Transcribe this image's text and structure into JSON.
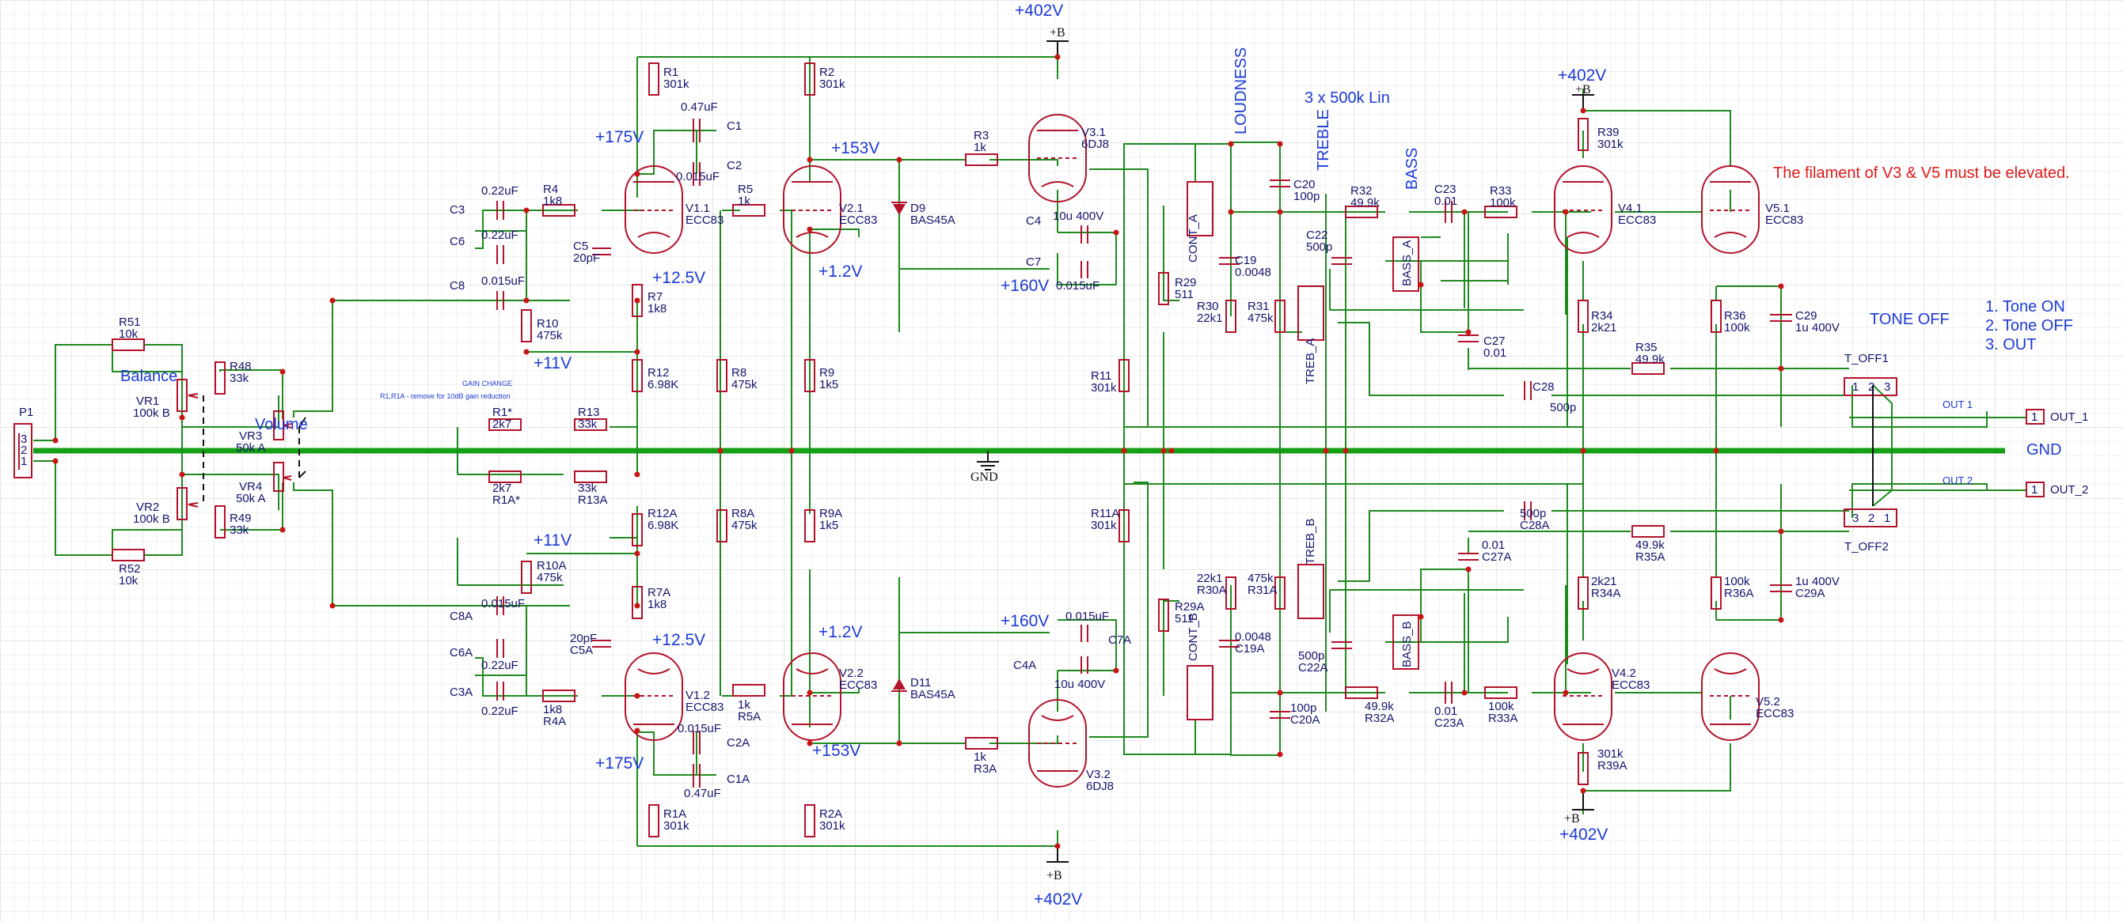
{
  "rails": {
    "gnd": "GND",
    "b_plus": "+B",
    "b_voltage": "+402V"
  },
  "notes": {
    "filament": "The filament of V3 & V5 must be elevated.",
    "loudness": "LOUDNESS",
    "treble": "TREBLE",
    "bass": "BASS",
    "pots": "3 x 500k Lin",
    "tone_off": "TONE OFF",
    "modes": [
      "1. Tone ON",
      "2. Tone OFF",
      "3. OUT"
    ],
    "gain_change_title": "GAIN CHANGE",
    "gain_change_text": "R1,R1A - remove for 10dB gain reduction",
    "balance": "Balance",
    "volume": "Volume"
  },
  "connectors": [
    {
      "ref": "P1",
      "pins": [
        "3",
        "2",
        "1"
      ]
    },
    {
      "ref": "T_OFF1",
      "pins": [
        "1",
        "2",
        "3"
      ]
    },
    {
      "ref": "T_OFF2",
      "pins": [
        "3",
        "2",
        "1"
      ]
    },
    {
      "ref": "OUT_1",
      "pins": [
        "1"
      ],
      "net": "OUT 1"
    },
    {
      "ref": "OUT_2",
      "pins": [
        "1"
      ],
      "net": "OUT 2"
    }
  ],
  "voltages": {
    "v175": "+175V",
    "v125": "+12.5V",
    "v11": "+11V",
    "v153": "+153V",
    "v12": "+1.2V",
    "v160": "+160V"
  },
  "tubes": [
    {
      "ref": "V1.1",
      "type": "ECC83"
    },
    {
      "ref": "V2.1",
      "type": "ECC83"
    },
    {
      "ref": "V3.1",
      "type": "6DJ8"
    },
    {
      "ref": "V4.1",
      "type": "ECC83"
    },
    {
      "ref": "V5.1",
      "type": "ECC83"
    },
    {
      "ref": "V1.2",
      "type": "ECC83"
    },
    {
      "ref": "V2.2",
      "type": "ECC83"
    },
    {
      "ref": "V3.2",
      "type": "6DJ8"
    },
    {
      "ref": "V4.2",
      "type": "ECC83"
    },
    {
      "ref": "V5.2",
      "type": "ECC83"
    }
  ],
  "pots": [
    {
      "ref": "VR1",
      "value": "100k B"
    },
    {
      "ref": "VR2",
      "value": "100k B"
    },
    {
      "ref": "VR3",
      "value": "50k A"
    },
    {
      "ref": "VR4",
      "value": "50k A"
    },
    {
      "ref": "CONT_A",
      "value": ""
    },
    {
      "ref": "CONT_B",
      "value": ""
    },
    {
      "ref": "TREB_A",
      "value": ""
    },
    {
      "ref": "TREB_B",
      "value": ""
    },
    {
      "ref": "BASS_A",
      "value": ""
    },
    {
      "ref": "BASS_B",
      "value": ""
    }
  ],
  "diodes": [
    {
      "ref": "D9",
      "value": "BAS45A"
    },
    {
      "ref": "D11",
      "value": "BAS45A"
    }
  ],
  "resistors": [
    {
      "ref": "R51",
      "value": "10k"
    },
    {
      "ref": "R52",
      "value": "10k"
    },
    {
      "ref": "R48",
      "value": "33k"
    },
    {
      "ref": "R49",
      "value": "33k"
    },
    {
      "ref": "R1",
      "value": "301k"
    },
    {
      "ref": "R2",
      "value": "301k"
    },
    {
      "ref": "R4",
      "value": "1k8"
    },
    {
      "ref": "R5",
      "value": "1k"
    },
    {
      "ref": "R3",
      "value": "1k"
    },
    {
      "ref": "R7",
      "value": "1k8"
    },
    {
      "ref": "R10",
      "value": "475k"
    },
    {
      "ref": "R12",
      "value": "6.98K"
    },
    {
      "ref": "R8",
      "value": "475k"
    },
    {
      "ref": "R9",
      "value": "1k5"
    },
    {
      "ref": "R1*",
      "value": "2k7"
    },
    {
      "ref": "R13",
      "value": "33k"
    },
    {
      "ref": "R11",
      "value": "301k"
    },
    {
      "ref": "R29",
      "value": "511"
    },
    {
      "ref": "R30",
      "value": "22k1"
    },
    {
      "ref": "R31",
      "value": "475k"
    },
    {
      "ref": "R32",
      "value": "49.9k"
    },
    {
      "ref": "R33",
      "value": "100k"
    },
    {
      "ref": "R39",
      "value": "301k"
    },
    {
      "ref": "R34",
      "value": "2k21"
    },
    {
      "ref": "R35",
      "value": "49.9k"
    },
    {
      "ref": "R36",
      "value": "100k"
    },
    {
      "ref": "R1A*",
      "value": "2k7"
    },
    {
      "ref": "R13A",
      "value": "33k"
    },
    {
      "ref": "R12A",
      "value": "6.98K"
    },
    {
      "ref": "R8A",
      "value": "475k"
    },
    {
      "ref": "R9A",
      "value": "1k5"
    },
    {
      "ref": "R10A",
      "value": "475k"
    },
    {
      "ref": "R7A",
      "value": "1k8"
    },
    {
      "ref": "R4A",
      "value": "1k8"
    },
    {
      "ref": "R5A",
      "value": "1k"
    },
    {
      "ref": "R3A",
      "value": "1k"
    },
    {
      "ref": "R1A",
      "value": "301k"
    },
    {
      "ref": "R2A",
      "value": "301k"
    },
    {
      "ref": "R11A",
      "value": "301k"
    },
    {
      "ref": "R29A",
      "value": "511"
    },
    {
      "ref": "R30A",
      "value": "22k1"
    },
    {
      "ref": "R31A",
      "value": "475k"
    },
    {
      "ref": "R32A",
      "value": "49.9k"
    },
    {
      "ref": "R33A",
      "value": "100k"
    },
    {
      "ref": "R34A",
      "value": "2k21"
    },
    {
      "ref": "R35A",
      "value": "49.9k"
    },
    {
      "ref": "R36A",
      "value": "100k"
    },
    {
      "ref": "R39A",
      "value": "301k"
    }
  ],
  "capacitors": [
    {
      "ref": "C1",
      "value": "0.47uF"
    },
    {
      "ref": "C2",
      "value": "0.015uF"
    },
    {
      "ref": "C3",
      "value": "0.22uF"
    },
    {
      "ref": "C6",
      "value": "0.22uF"
    },
    {
      "ref": "C8",
      "value": "0.015uF"
    },
    {
      "ref": "C5",
      "value": "20pF"
    },
    {
      "ref": "C4",
      "value": "10u 400V"
    },
    {
      "ref": "C7",
      "value": "0.015uF"
    },
    {
      "ref": "C19",
      "value": "0.0048"
    },
    {
      "ref": "C20",
      "value": "100p"
    },
    {
      "ref": "C22",
      "value": "500p"
    },
    {
      "ref": "C23",
      "value": "0.01"
    },
    {
      "ref": "C27",
      "value": "0.01"
    },
    {
      "ref": "C28",
      "value": "500p"
    },
    {
      "ref": "C29",
      "value": "1u 400V"
    },
    {
      "ref": "C8A",
      "value": "0.015uF"
    },
    {
      "ref": "C6A",
      "value": "0.22uF"
    },
    {
      "ref": "C3A",
      "value": "0.22uF"
    },
    {
      "ref": "C5A",
      "value": "20pF"
    },
    {
      "ref": "C2A",
      "value": "0.015uF"
    },
    {
      "ref": "C1A",
      "value": "0.47uF"
    },
    {
      "ref": "C7A",
      "value": "0.015uF"
    },
    {
      "ref": "C4A",
      "value": "10u 400V"
    },
    {
      "ref": "C19A",
      "value": "0.0048"
    },
    {
      "ref": "C20A",
      "value": "100p"
    },
    {
      "ref": "C22A",
      "value": "500p"
    },
    {
      "ref": "C23A",
      "value": "0.01"
    },
    {
      "ref": "C27A",
      "value": "0.01"
    },
    {
      "ref": "C28A",
      "value": "500p"
    },
    {
      "ref": "C29A",
      "value": "1u 400V"
    }
  ]
}
